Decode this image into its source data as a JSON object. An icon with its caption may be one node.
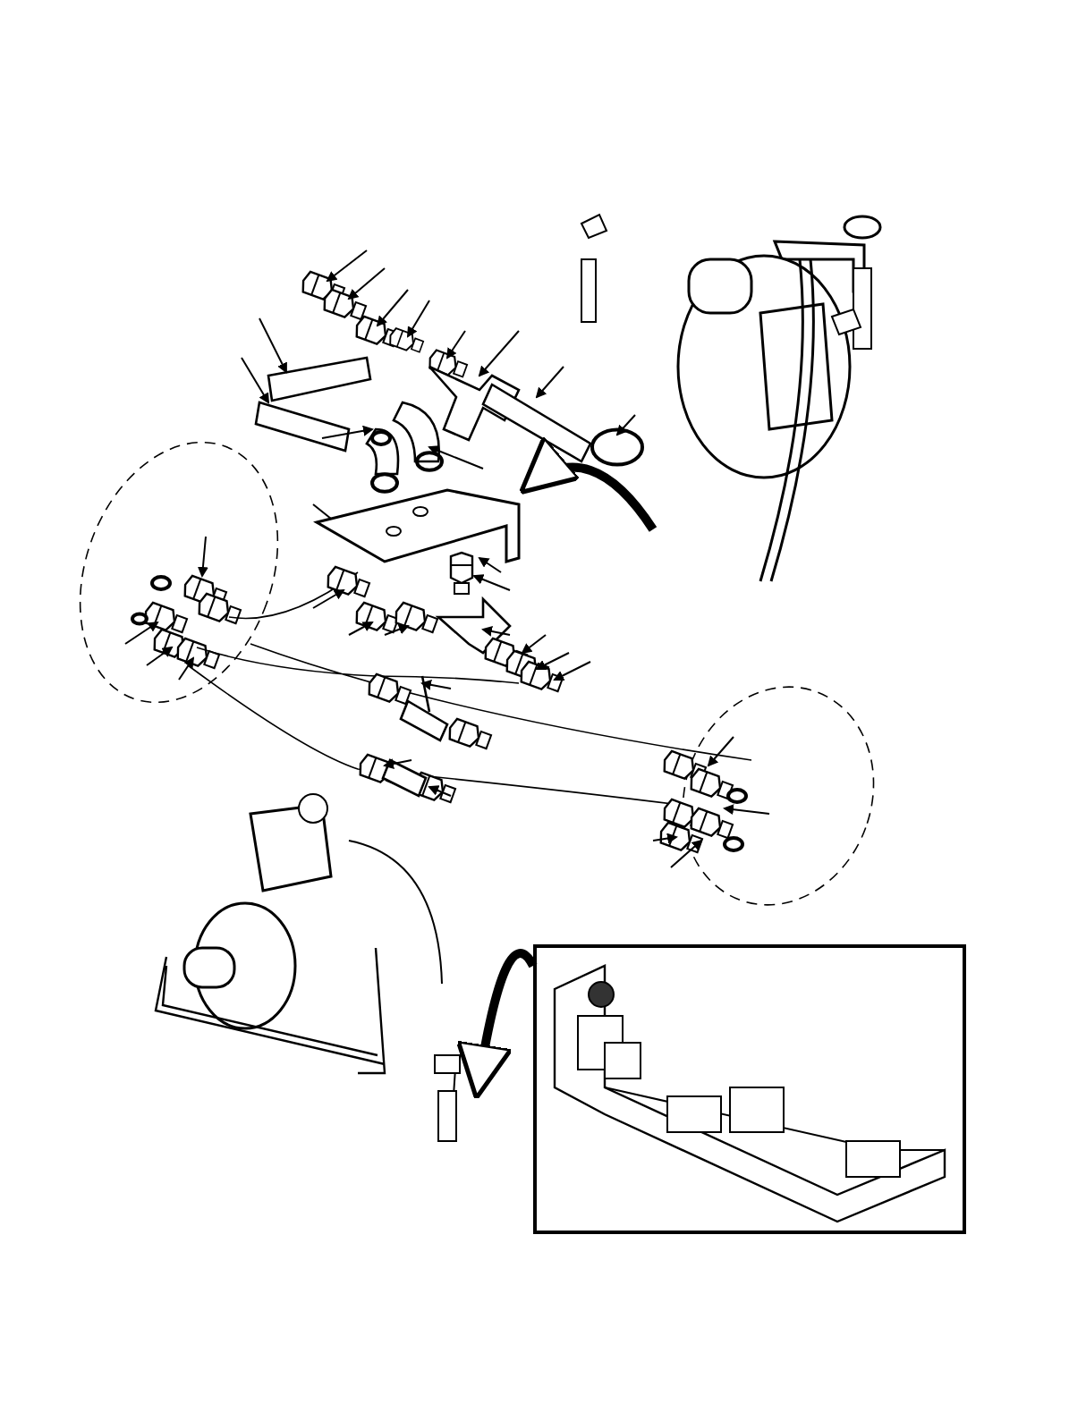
{
  "diagram": {
    "nodes": [
      {
        "text": [],
        "shape": "picture"
      },
      {
        "text": [],
        "shape": "picture"
      },
      {
        "text": [],
        "shape": "picture"
      },
      {
        "text": [],
        "shape": "picture"
      }
    ],
    "edges": [
      {
        "from": 0,
        "to": 1,
        "arrow": "to"
      },
      {
        "from": 2,
        "to": 3,
        "arrow": "to"
      }
    ]
  }
}
